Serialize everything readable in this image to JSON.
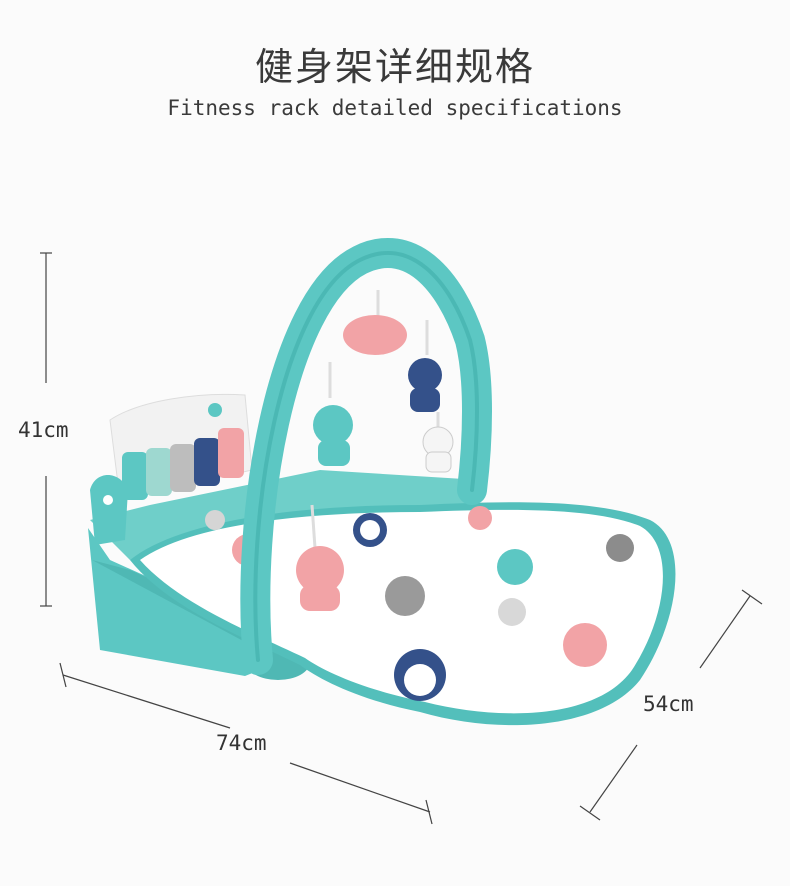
{
  "header": {
    "title_zh": "健身架详细规格",
    "title_en": "Fitness rack detailed specifications"
  },
  "dimensions": {
    "height": "41cm",
    "length": "74cm",
    "width": "54cm"
  },
  "colors": {
    "teal": "#5cc7c3",
    "teal_dark": "#3aa9a5",
    "pink": "#f2a3a6",
    "navy": "#34518a",
    "gray": "#b9b9b9",
    "line": "#444444"
  }
}
